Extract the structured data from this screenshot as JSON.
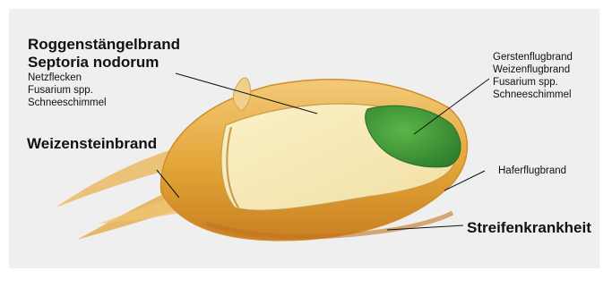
{
  "labels": {
    "top_left": {
      "bold": [
        "Roggenstängelbrand",
        "Septoria nodorum"
      ],
      "small": [
        "Netzflecken",
        "Fusarium spp.",
        "Schneeschimmel"
      ]
    },
    "left_middle": "Weizensteinbrand",
    "top_right": [
      "Gerstenflugbrand",
      "Weizenflugbrand",
      "Fusarium spp.",
      "Schneeschimmel"
    ],
    "right_middle": "Haferflugbrand",
    "bottom_right": "Streifenkrankheit"
  },
  "colors": {
    "background": "#efefef",
    "husk": "#e2a436",
    "endosperm": "#f6e9b8",
    "embryo": "#3f9a3a",
    "leader_line": "#111111"
  }
}
